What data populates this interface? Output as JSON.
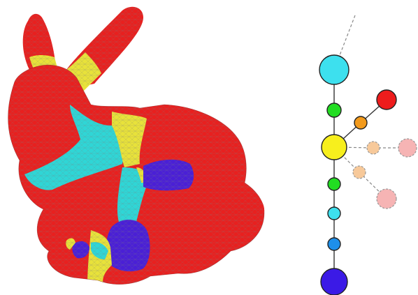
{
  "colors": {
    "background": "#ffffff",
    "mesh_red": "#e8201f",
    "mesh_yellow": "#e8e23a",
    "mesh_cyan": "#2fd6d6",
    "mesh_blue": "#4a1fd6",
    "wire": "#8a8a8a",
    "node_cyan": "#3de0ee",
    "node_green": "#22dd22",
    "node_orange": "#f29a1c",
    "node_red": "#ee1c1c",
    "node_yellow": "#f7ef1d",
    "node_blue_mid": "#1e8fea",
    "node_blue_deep": "#3b1ae6",
    "node_faded_orange": "#f7c99a",
    "node_faded_red": "#f6b4b4",
    "edge": "#333333"
  },
  "panels": [
    {
      "name": "segmented-bunny-mesh",
      "segments": [
        "red",
        "yellow",
        "cyan",
        "blue"
      ]
    },
    {
      "name": "skeleton-graph"
    }
  ],
  "graph": {
    "nodes": [
      {
        "id": "n-cyan-top",
        "color": "node_cyan",
        "faded": false
      },
      {
        "id": "n-green-1",
        "color": "node_green",
        "faded": false
      },
      {
        "id": "n-yellow-hub",
        "color": "node_yellow",
        "faded": false
      },
      {
        "id": "n-orange",
        "color": "node_orange",
        "faded": false
      },
      {
        "id": "n-red",
        "color": "node_red",
        "faded": false
      },
      {
        "id": "n-faded-orange-1",
        "color": "node_faded_orange",
        "faded": true
      },
      {
        "id": "n-faded-red-1",
        "color": "node_faded_red",
        "faded": true
      },
      {
        "id": "n-faded-orange-2",
        "color": "node_faded_orange",
        "faded": true
      },
      {
        "id": "n-faded-red-2",
        "color": "node_faded_red",
        "faded": true
      },
      {
        "id": "n-green-2",
        "color": "node_green",
        "faded": false
      },
      {
        "id": "n-cyan-small",
        "color": "node_cyan",
        "faded": false
      },
      {
        "id": "n-blue-mid",
        "color": "node_blue_mid",
        "faded": false
      },
      {
        "id": "n-blue-bottom",
        "color": "node_blue_deep",
        "faded": false
      }
    ],
    "edges": [
      {
        "from": "top-off-canvas",
        "to": "n-cyan-top",
        "style": "dashed"
      },
      {
        "from": "n-cyan-top",
        "to": "n-green-1",
        "style": "solid"
      },
      {
        "from": "n-green-1",
        "to": "n-yellow-hub",
        "style": "solid"
      },
      {
        "from": "n-yellow-hub",
        "to": "n-orange",
        "style": "solid"
      },
      {
        "from": "n-orange",
        "to": "n-red",
        "style": "solid"
      },
      {
        "from": "n-yellow-hub",
        "to": "n-faded-orange-1",
        "style": "dashed"
      },
      {
        "from": "n-faded-orange-1",
        "to": "n-faded-red-1",
        "style": "dashed"
      },
      {
        "from": "n-yellow-hub",
        "to": "n-faded-orange-2",
        "style": "dashed"
      },
      {
        "from": "n-faded-orange-2",
        "to": "n-faded-red-2",
        "style": "dashed"
      },
      {
        "from": "n-yellow-hub",
        "to": "n-green-2",
        "style": "solid"
      },
      {
        "from": "n-green-2",
        "to": "n-cyan-small",
        "style": "solid"
      },
      {
        "from": "n-cyan-small",
        "to": "n-blue-mid",
        "style": "solid"
      },
      {
        "from": "n-blue-mid",
        "to": "n-blue-bottom",
        "style": "solid"
      }
    ]
  }
}
